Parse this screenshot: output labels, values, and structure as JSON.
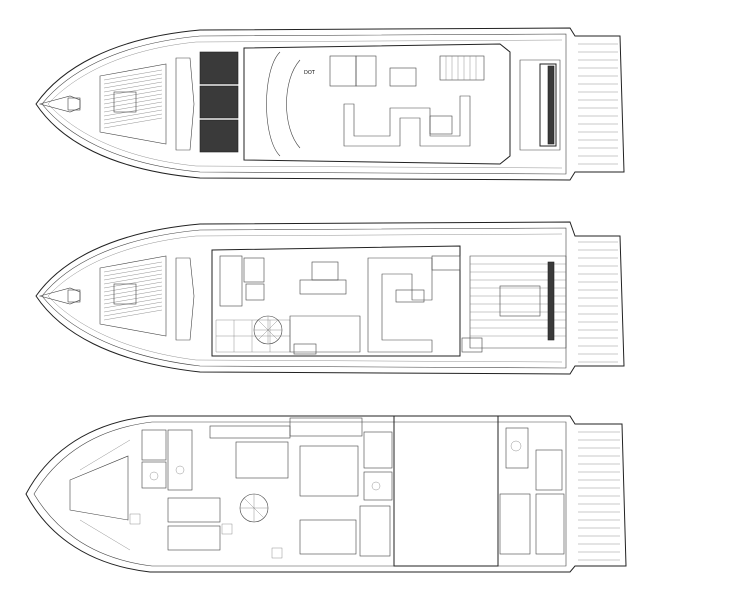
{
  "plans": [
    {
      "id": "flybridge",
      "label": "DOT"
    },
    {
      "id": "main-deck"
    },
    {
      "id": "lower-deck"
    }
  ]
}
